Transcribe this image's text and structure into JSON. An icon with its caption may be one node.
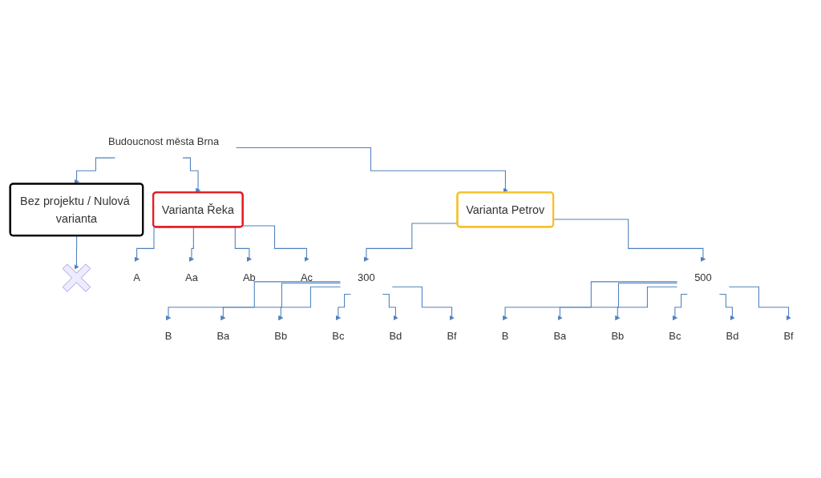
{
  "diagram": {
    "nodes": [
      {
        "text": [
          "Budoucnost města Brna"
        ]
      },
      {
        "text": [
          "Bez projektu / Nulová varianta"
        ]
      },
      {
        "text": [
          "Varianta Řeka"
        ]
      },
      {
        "text": [
          "Varianta Petrov"
        ]
      },
      {
        "text": [],
        "shape": "cross"
      },
      {
        "text": [
          "A"
        ]
      },
      {
        "text": [
          "Aa"
        ]
      },
      {
        "text": [
          "Ab"
        ]
      },
      {
        "text": [
          "Ac"
        ]
      },
      {
        "text": [
          "300"
        ]
      },
      {
        "text": [
          "500"
        ]
      },
      {
        "text": [
          "B"
        ]
      },
      {
        "text": [
          "Ba"
        ]
      },
      {
        "text": [
          "Bb"
        ]
      },
      {
        "text": [
          "Bc"
        ]
      },
      {
        "text": [
          "Bd"
        ]
      },
      {
        "text": [
          "Bf"
        ]
      },
      {
        "text": [
          "B"
        ]
      },
      {
        "text": [
          "Ba"
        ]
      },
      {
        "text": [
          "Bb"
        ]
      },
      {
        "text": [
          "Bc"
        ]
      },
      {
        "text": [
          "Bd"
        ]
      },
      {
        "text": [
          "Bf"
        ]
      }
    ],
    "edges": [
      {
        "from": 0,
        "to": 1,
        "arrow": "to"
      },
      {
        "from": 0,
        "to": 2,
        "arrow": "to"
      },
      {
        "from": 0,
        "to": 3,
        "arrow": "to"
      },
      {
        "from": 1,
        "to": 4,
        "arrow": "to"
      },
      {
        "from": 2,
        "to": 5,
        "arrow": "to"
      },
      {
        "from": 2,
        "to": 6,
        "arrow": "to"
      },
      {
        "from": 2,
        "to": 7,
        "arrow": "to"
      },
      {
        "from": 2,
        "to": 8,
        "arrow": "to"
      },
      {
        "from": 3,
        "to": 9,
        "arrow": "to"
      },
      {
        "from": 3,
        "to": 10,
        "arrow": "to"
      },
      {
        "from": 9,
        "to": 11,
        "arrow": "to"
      },
      {
        "from": 9,
        "to": 12,
        "arrow": "to"
      },
      {
        "from": 9,
        "to": 13,
        "arrow": "to"
      },
      {
        "from": 9,
        "to": 14,
        "arrow": "to"
      },
      {
        "from": 9,
        "to": 15,
        "arrow": "to"
      },
      {
        "from": 9,
        "to": 16,
        "arrow": "to"
      },
      {
        "from": 10,
        "to": 17,
        "arrow": "to"
      },
      {
        "from": 10,
        "to": 18,
        "arrow": "to"
      },
      {
        "from": 10,
        "to": 19,
        "arrow": "to"
      },
      {
        "from": 10,
        "to": 20,
        "arrow": "to"
      },
      {
        "from": 10,
        "to": 21,
        "arrow": "to"
      },
      {
        "from": 10,
        "to": 22,
        "arrow": "to"
      }
    ]
  }
}
